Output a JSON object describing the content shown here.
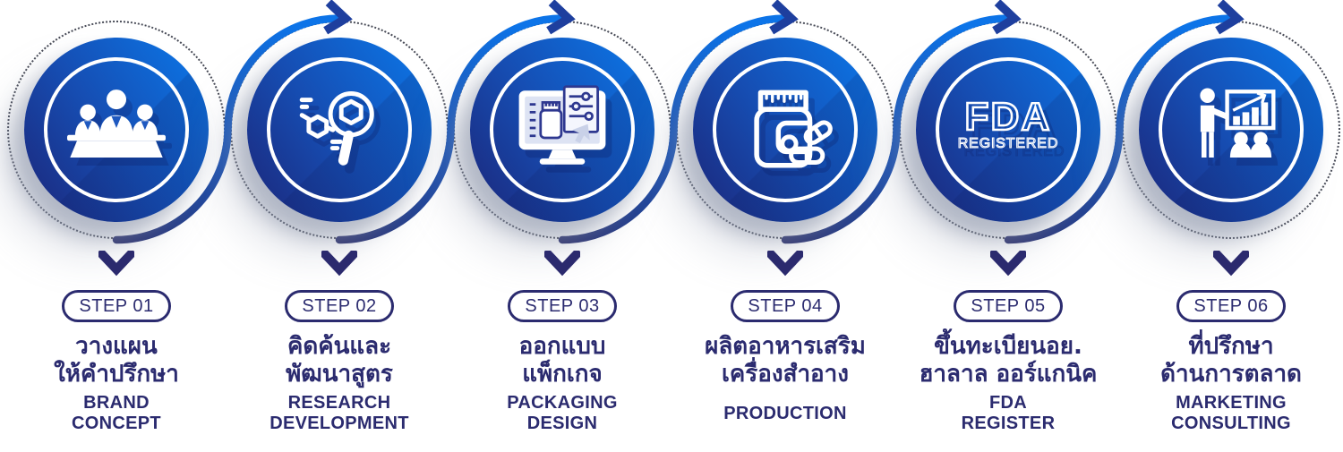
{
  "colors": {
    "accent_bright_blue": "#0d73e6",
    "accent_dark_blue": "#1b2c82",
    "text_navy": "#2b2b6f",
    "connector_dark": "#2a2e6c",
    "arrowhead_blue": "#1e3f9e",
    "dotted_ring": "#484b57"
  },
  "steps": [
    {
      "label": "STEP 01",
      "thai": [
        "วางแผน",
        "ให้คำปรึกษา"
      ],
      "en": [
        "BRAND",
        "CONCEPT"
      ],
      "icon": "meeting-team-icon"
    },
    {
      "label": "STEP 02",
      "thai": [
        "คิดค้นและ",
        "พัฒนาสูตร"
      ],
      "en": [
        "RESEARCH",
        "DEVELOPMENT"
      ],
      "icon": "research-magnifier-icon"
    },
    {
      "label": "STEP 03",
      "thai": [
        "ออกแบบ",
        "แพ็กเกจ"
      ],
      "en": [
        "PACKAGING",
        "DESIGN"
      ],
      "icon": "packaging-monitor-icon"
    },
    {
      "label": "STEP 04",
      "thai": [
        "ผลิตอาหารเสริม",
        "เครื่องสำอาง"
      ],
      "en": [
        "PRODUCTION",
        ""
      ],
      "icon": "supplement-bottle-icon"
    },
    {
      "label": "STEP 05",
      "thai": [
        "ขึ้นทะเบียนอย.",
        "ฮาลาล ออร์แกนิค"
      ],
      "en": [
        "FDA",
        "REGISTER"
      ],
      "icon": "fda-registered-icon"
    },
    {
      "label": "STEP 06",
      "thai": [
        "ที่ปรึกษา",
        "ด้านการตลาด"
      ],
      "en": [
        "MARKETING",
        "CONSULTING"
      ],
      "icon": "marketing-presentation-icon"
    }
  ],
  "fda_badge": {
    "line1": "FDA",
    "line2": "REGISTERED"
  }
}
